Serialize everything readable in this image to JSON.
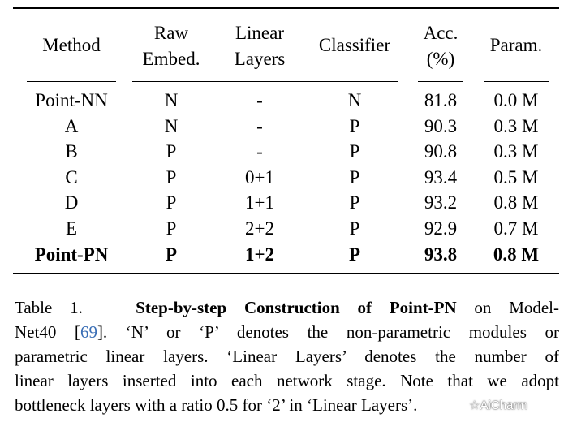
{
  "table": {
    "headers": [
      {
        "line1": "Method",
        "line2": ""
      },
      {
        "line1": "Raw",
        "line2": "Embed."
      },
      {
        "line1": "Linear",
        "line2": "Layers"
      },
      {
        "line1": "Classifier",
        "line2": ""
      },
      {
        "line1": "Acc.",
        "line2": "(%)"
      },
      {
        "line1": "Param.",
        "line2": ""
      }
    ],
    "rows": [
      [
        "Point-NN",
        "N",
        "-",
        "N",
        "81.8",
        "0.0 M"
      ],
      [
        "A",
        "N",
        "-",
        "P",
        "90.3",
        "0.3 M"
      ],
      [
        "B",
        "P",
        "-",
        "P",
        "90.8",
        "0.3 M"
      ],
      [
        "C",
        "P",
        "0+1",
        "P",
        "93.4",
        "0.5 M"
      ],
      [
        "D",
        "P",
        "1+1",
        "P",
        "93.2",
        "0.8 M"
      ],
      [
        "E",
        "P",
        "2+2",
        "P",
        "92.9",
        "0.7 M"
      ],
      [
        "Point-PN",
        "P",
        "1+2",
        "P",
        "93.8",
        "0.8 M"
      ]
    ]
  },
  "caption": {
    "label": "Table 1.",
    "title": "Step-by-step Construction of Point-PN",
    "l1_tail": "on Model-",
    "l2_a": "Net40 [",
    "l2_cite": "69",
    "l2_b": "].  ‘N’ or ‘P’ denotes the non-parametric modules or",
    "l3": "parametric linear layers.  ‘Linear Layers’ denotes the number of",
    "l4": "linear layers inserted into each network stage. Note that we adopt",
    "l5": "bottleneck layers with a ratio 0.5 for ‘2’ in ‘Linear Layers’."
  },
  "watermark": "☆AiCharm"
}
